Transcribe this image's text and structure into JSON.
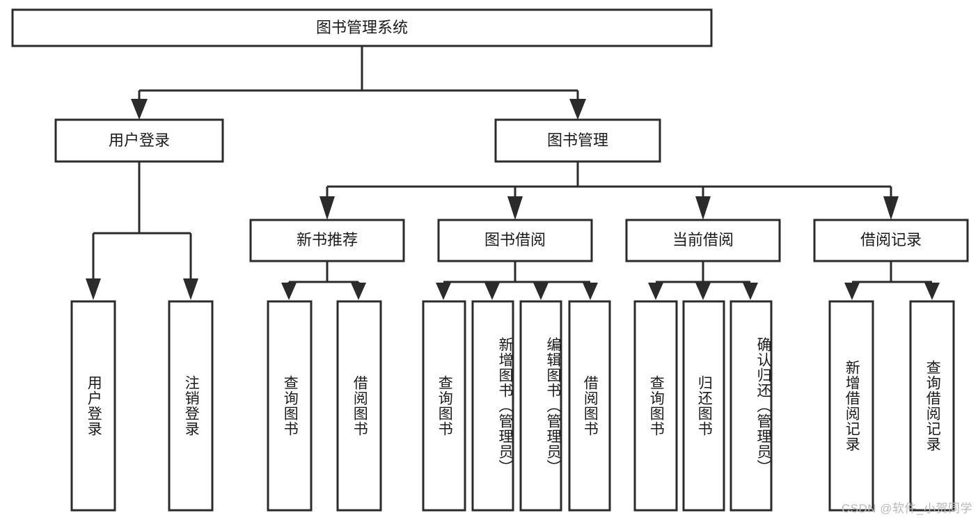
{
  "diagram": {
    "type": "hierarchy-tree",
    "title": "图书管理系统",
    "root": {
      "id": "root",
      "label": "图书管理系统"
    },
    "level2": [
      {
        "id": "user-login",
        "label": "用户登录"
      },
      {
        "id": "book-management",
        "label": "图书管理"
      }
    ],
    "level3": [
      {
        "id": "new-book-recommend",
        "label": "新书推荐",
        "parent": "book-management"
      },
      {
        "id": "book-borrow",
        "label": "图书借阅",
        "parent": "book-management"
      },
      {
        "id": "current-borrow",
        "label": "当前借阅",
        "parent": "book-management"
      },
      {
        "id": "borrow-record",
        "label": "借阅记录",
        "parent": "book-management"
      }
    ],
    "leaves": [
      {
        "id": "leaf-user-login",
        "label": "用户登录",
        "parent": "user-login"
      },
      {
        "id": "leaf-logout-login",
        "label": "注销登录",
        "parent": "user-login"
      },
      {
        "id": "leaf-query-book-1",
        "label": "查询图书",
        "parent": "new-book-recommend"
      },
      {
        "id": "leaf-borrow-book-1",
        "label": "借阅图书",
        "parent": "new-book-recommend"
      },
      {
        "id": "leaf-query-book-2",
        "label": "查询图书",
        "parent": "book-borrow"
      },
      {
        "id": "leaf-add-book",
        "label": "新增图书（管理员）",
        "parent": "book-borrow"
      },
      {
        "id": "leaf-edit-book",
        "label": "编辑图书（管理员）",
        "parent": "book-borrow"
      },
      {
        "id": "leaf-borrow-book-2",
        "label": "借阅图书",
        "parent": "book-borrow"
      },
      {
        "id": "leaf-query-book-3",
        "label": "查询图书",
        "parent": "current-borrow"
      },
      {
        "id": "leaf-return-book",
        "label": "归还图书",
        "parent": "current-borrow"
      },
      {
        "id": "leaf-confirm-return",
        "label": "确认归还（管理员）",
        "parent": "current-borrow"
      },
      {
        "id": "leaf-add-record",
        "label": "新增借阅记录",
        "parent": "borrow-record"
      },
      {
        "id": "leaf-query-record",
        "label": "查询借阅记录",
        "parent": "borrow-record"
      }
    ],
    "colors": {
      "stroke": "#2b2b2b",
      "fill": "#ffffff",
      "text": "#1a1a1a",
      "watermark": "#b8b8b8"
    }
  },
  "watermark": {
    "text": "CSDN @软件_小贺同学"
  }
}
